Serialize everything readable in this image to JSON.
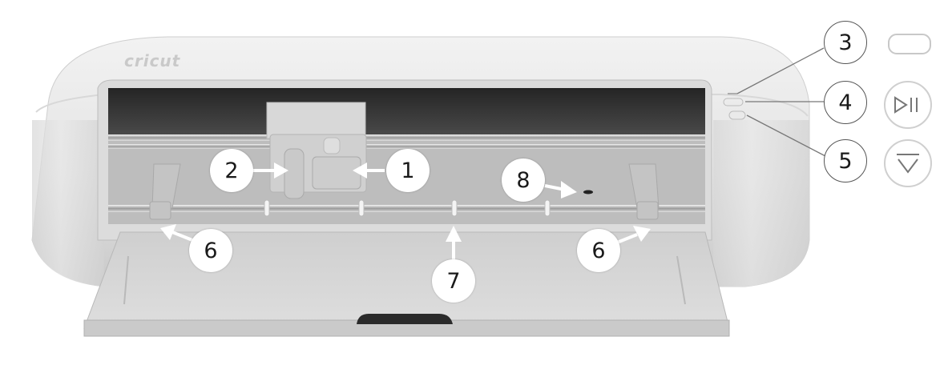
{
  "diagram": {
    "subject": "Cricut cutting machine, front view with door open",
    "brand_label": "cricut",
    "colors": {
      "body": "#e6e6e6",
      "body_shade": "#cfcfcf",
      "interior_dark": "#2a2a2a",
      "callout_fill": "#ffffff",
      "callout_text": "#1a1a1a",
      "legend_stroke": "#bdbdbd",
      "leader_line": "#777777"
    },
    "callouts": [
      {
        "id": "1",
        "label": "1",
        "target": "tool housing (cutting blade clamp)"
      },
      {
        "id": "2",
        "label": "2",
        "target": "accessory clamp / pen holder"
      },
      {
        "id": "3",
        "label": "3",
        "target": "power / status light"
      },
      {
        "id": "4",
        "label": "4",
        "target": "Go (play/pause) button"
      },
      {
        "id": "5",
        "label": "5",
        "target": "Load/Unload button"
      },
      {
        "id": "6a",
        "label": "6",
        "target": "left mat guide"
      },
      {
        "id": "6b",
        "label": "6",
        "target": "right mat guide"
      },
      {
        "id": "7",
        "label": "7",
        "target": "star wheels on roller bar"
      },
      {
        "id": "8",
        "label": "8",
        "target": "sensor"
      }
    ],
    "legend": [
      {
        "callout": "3",
        "icon": "pill-light-icon",
        "glyph": ""
      },
      {
        "callout": "4",
        "icon": "play-pause-icon",
        "glyph": "▷||"
      },
      {
        "callout": "5",
        "icon": "load-unload-icon",
        "glyph": "▽"
      }
    ]
  }
}
